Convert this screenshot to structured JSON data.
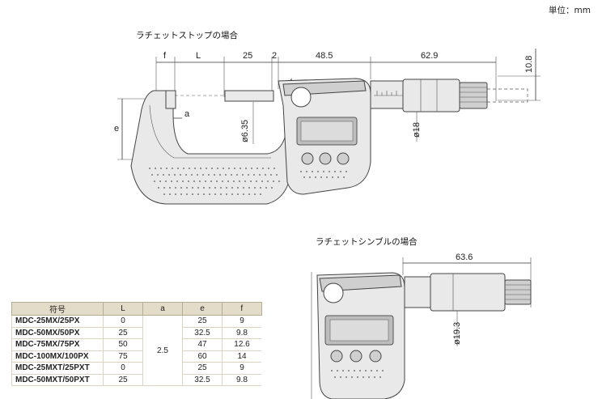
{
  "unit_label": "単位：mm",
  "ratchet_stop": {
    "title": "ラチェットストップの場合",
    "dims": {
      "f": "f",
      "L": "L",
      "d25": "25",
      "d2": "2",
      "d48_5": "48.5",
      "d62_9": "62.9",
      "d10_8": "10.8",
      "a": "a",
      "e": "e",
      "dia6_35": "ø6.35",
      "dia18": "ø18"
    }
  },
  "ratchet_thimble": {
    "title": "ラチェットシンブルの場合",
    "dims": {
      "d63_6": "63.6",
      "dia19_3": "ø19.3"
    }
  },
  "spec_table": {
    "headers": [
      "符号",
      "L",
      "a",
      "e",
      "f"
    ],
    "shared_a": "2.5",
    "rows": [
      {
        "code": "MDC-25MX/25PX",
        "L": "0",
        "e": "25",
        "f": "9"
      },
      {
        "code": "MDC-50MX/50PX",
        "L": "25",
        "e": "32.5",
        "f": "9.8"
      },
      {
        "code": "MDC-75MX/75PX",
        "L": "50",
        "e": "47",
        "f": "12.6"
      },
      {
        "code": "MDC-100MX/100PX",
        "L": "75",
        "e": "60",
        "f": "14"
      },
      {
        "code": "MDC-25MXT/25PXT",
        "L": "0",
        "e": "25",
        "f": "9"
      },
      {
        "code": "MDC-50MXT/50PXT",
        "L": "25",
        "e": "32.5",
        "f": "9.8"
      }
    ]
  }
}
